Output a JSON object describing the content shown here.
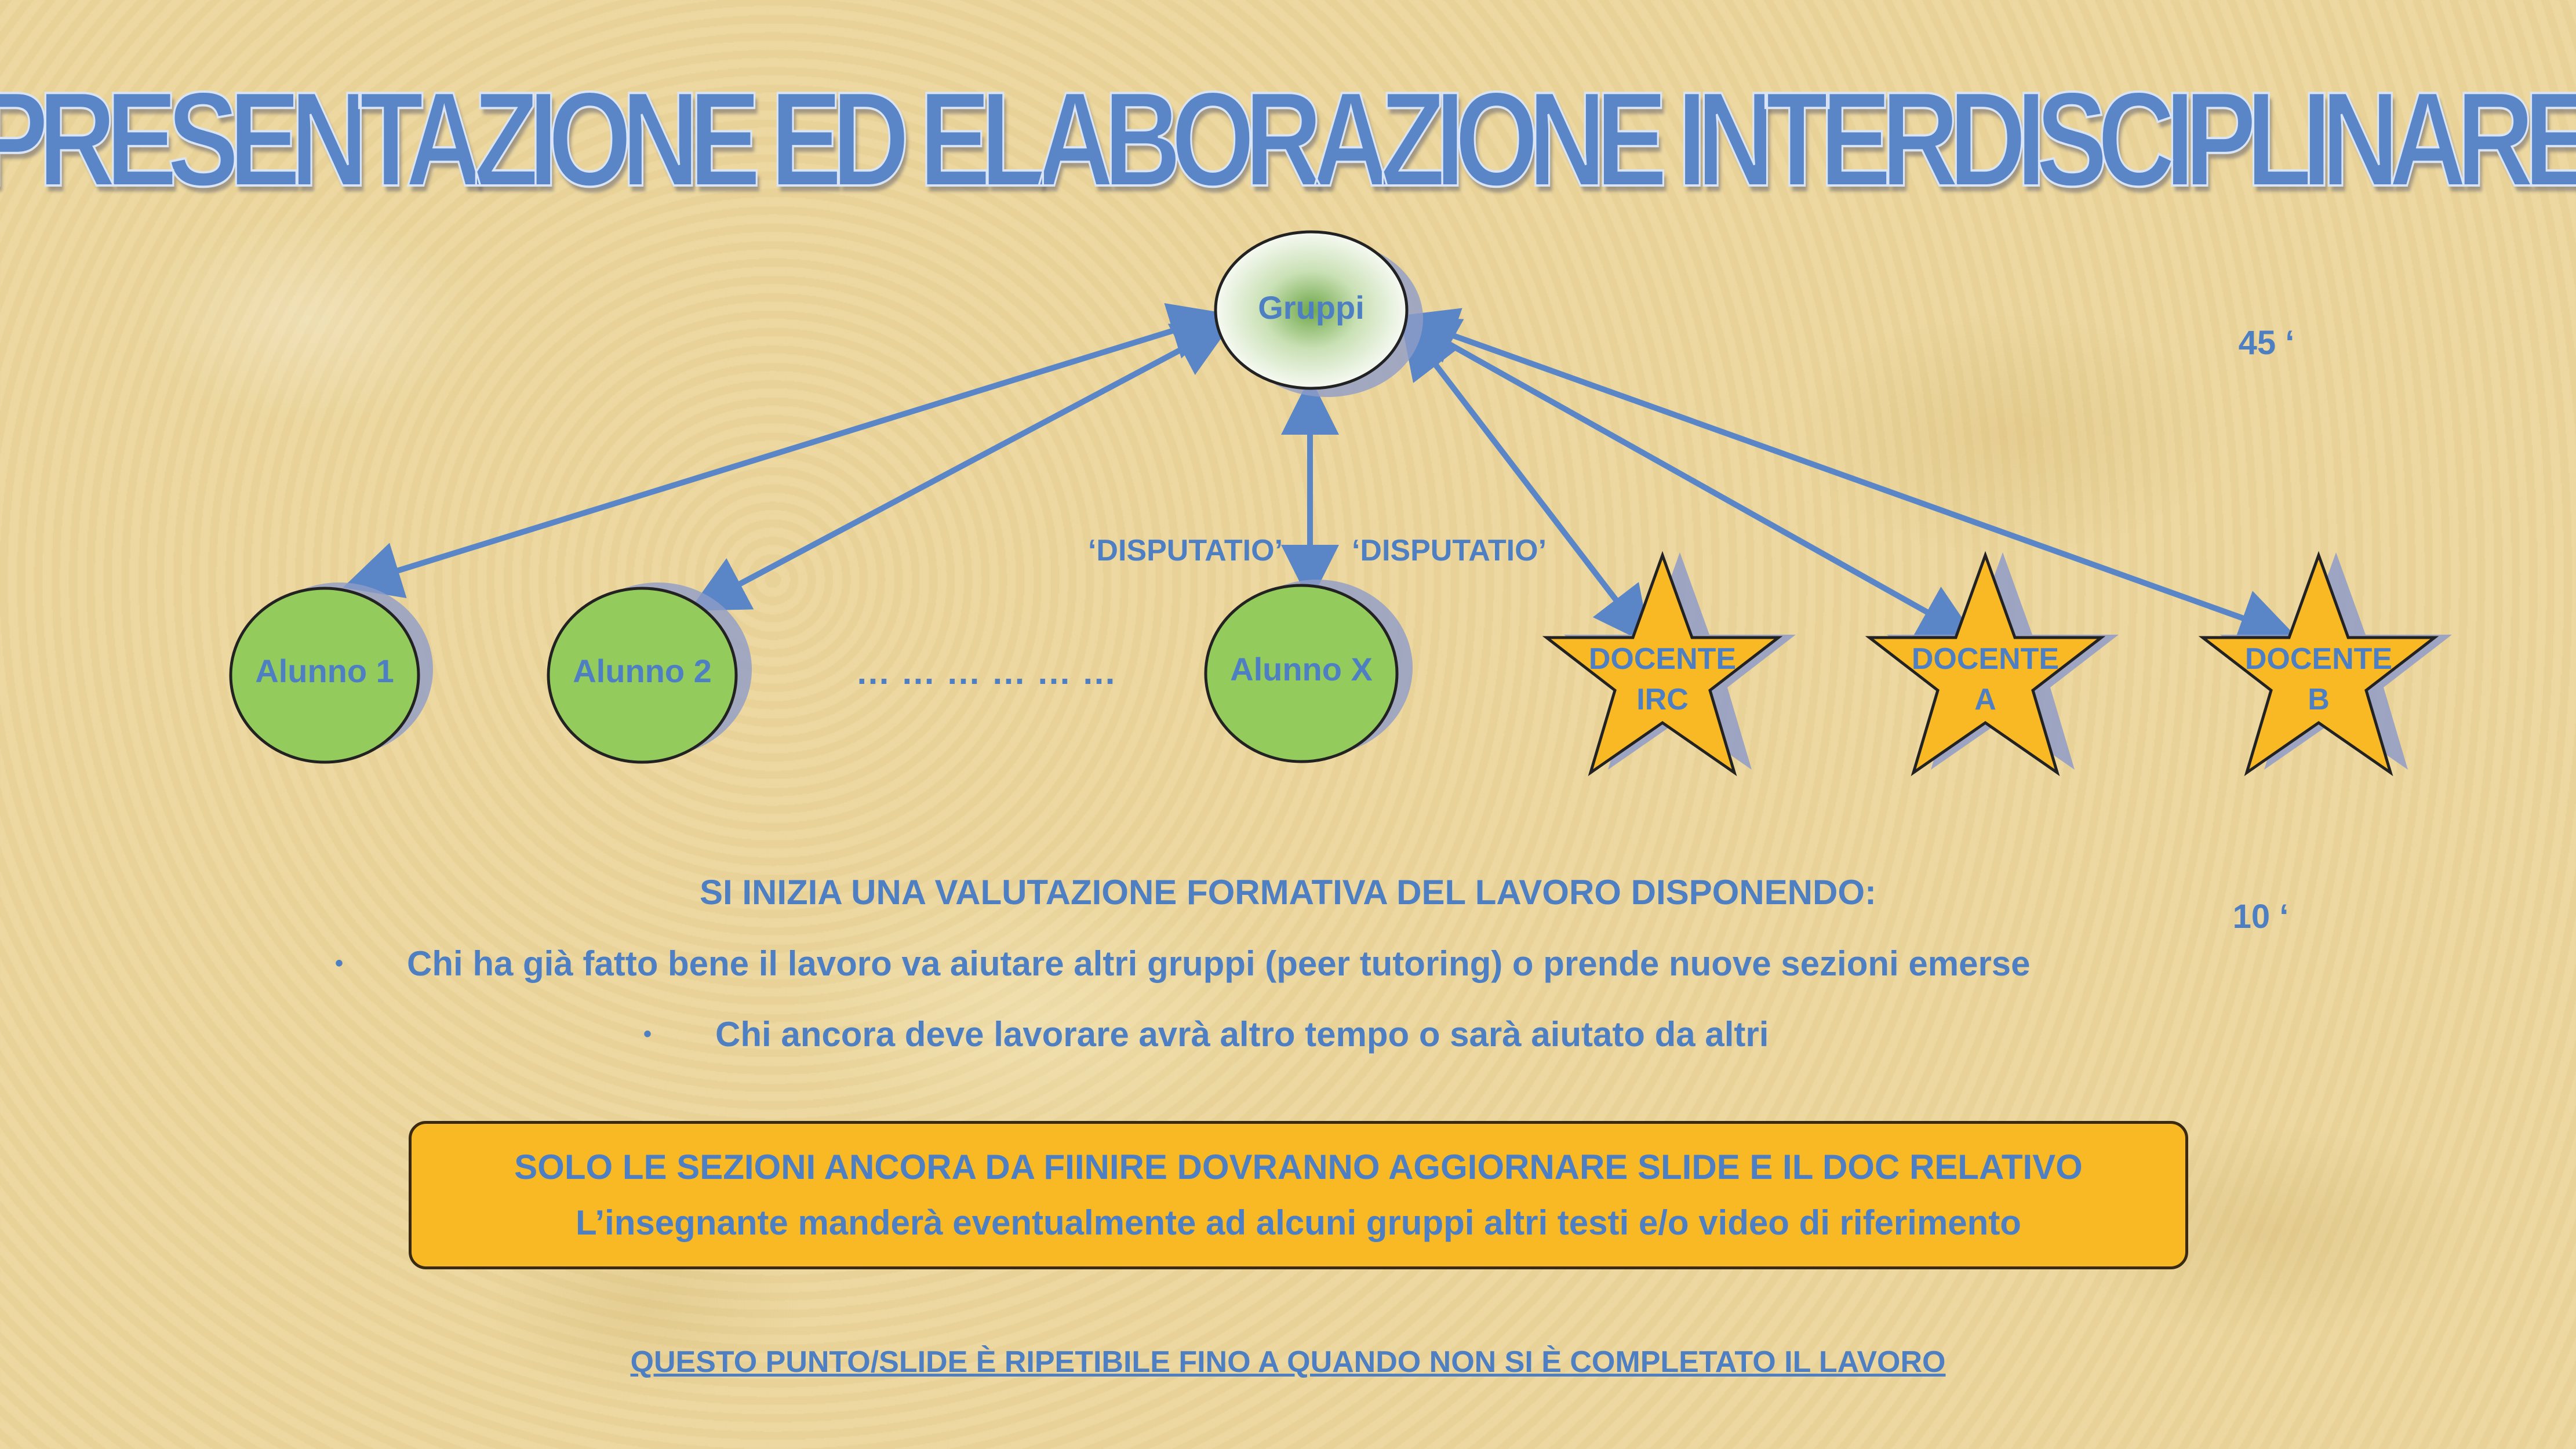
{
  "slide": {
    "title": "PRESENTAZIONE ED ELABORAZIONE INTERDISCIPLINARE",
    "center_node": "Gruppi",
    "time_top": "45 ‘",
    "time_mid": "10 ‘",
    "students": [
      "Alunno 1",
      "Alunno 2",
      "Alunno X"
    ],
    "ellipsis": "………………",
    "disputatio_left": "‘DISPUTATIO’",
    "disputatio_right": "‘DISPUTATIO’",
    "teachers": [
      {
        "line1": "DOCENTE",
        "line2": "IRC"
      },
      {
        "line1": "DOCENTE",
        "line2": "A"
      },
      {
        "line1": "DOCENTE",
        "line2": "B"
      }
    ],
    "heading": "SI INIZIA UNA VALUTAZIONE FORMATIVA DEL LAVORO DISPONENDO:",
    "bullets": [
      "Chi ha già fatto bene il lavoro va aiutare altri gruppi (peer tutoring) o prende nuove sezioni emerse",
      "Chi ancora deve lavorare avrà altro tempo o sarà aiutato da altri"
    ],
    "bullet_symbol": "•",
    "box_line1": "SOLO LE SEZIONI ANCORA DA FIINIRE DOVRANNO AGGIORNARE SLIDE E IL DOC RELATIVO",
    "box_line2": "L’insegnante manderà eventualmente ad alcuni gruppi altri testi e/o video di riferimento",
    "footer": "QUESTO PUNTO/SLIDE È RIPETIBILE FINO A QUANDO NON SI È COMPLETATO IL LAVORO"
  },
  "colors": {
    "arrow": "#5a86c8",
    "text_blue": "#4e7fc2",
    "student_fill": "#93cb5d",
    "star_fill": "#f9b925",
    "box_fill": "#f9b925",
    "shadow": "#8f9cc8"
  }
}
